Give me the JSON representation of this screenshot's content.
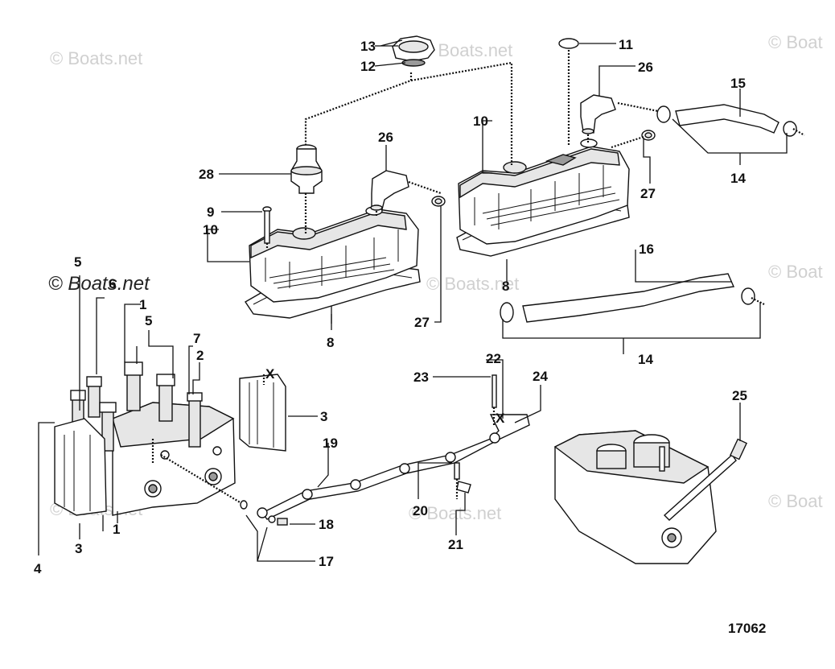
{
  "watermark": {
    "main_text": "© Boats.net",
    "faint_text": "© Boats.net",
    "faint_text_cut_a": "© Boat",
    "faint_text_cut_b": "© Boats.net"
  },
  "reference_number": "17062",
  "callouts": {
    "c1a": "1",
    "c1b": "1",
    "c2": "2",
    "c3a": "3",
    "c3b": "3",
    "c4": "4",
    "c5a": "5",
    "c5b": "5",
    "c6": "6",
    "c7": "7",
    "c8a": "8",
    "c8b": "8",
    "c9": "9",
    "c10a": "10",
    "c10b": "10",
    "c11": "11",
    "c12": "12",
    "c13": "13",
    "c14a": "14",
    "c14b": "14",
    "c15": "15",
    "c16": "16",
    "c17": "17",
    "c18": "18",
    "c19": "19",
    "c20": "20",
    "c21": "21",
    "c22": "22",
    "c23": "23",
    "c24": "24",
    "c25": "25",
    "c26a": "26",
    "c26b": "26",
    "c27a": "27",
    "c27b": "27",
    "c28": "28"
  },
  "markers": {
    "x_marker_a": "X",
    "x_marker_b": "X"
  }
}
